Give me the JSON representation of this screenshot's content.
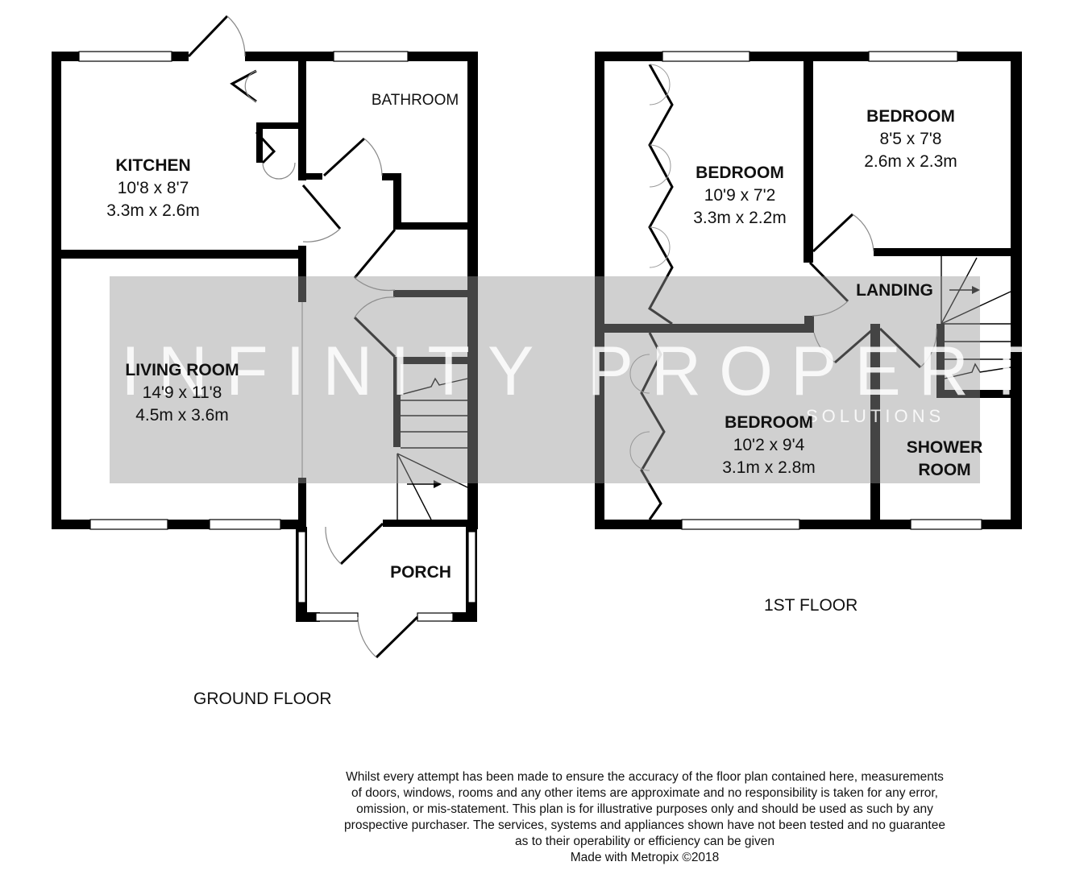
{
  "ground_floor": {
    "label": "GROUND FLOOR",
    "rooms": {
      "kitchen": {
        "name": "KITCHEN",
        "imperial": "10'8 x 8'7",
        "metric": "3.3m x 2.6m"
      },
      "bathroom": {
        "name": "BATHROOM"
      },
      "living": {
        "name": "LIVING ROOM",
        "imperial": "14'9 x 11'8",
        "metric": "4.5m x 3.6m"
      },
      "porch": {
        "name": "PORCH"
      }
    }
  },
  "first_floor": {
    "label": "1ST FLOOR",
    "rooms": {
      "bedroom_left": {
        "name": "BEDROOM",
        "imperial": "10'9 x 7'2",
        "metric": "3.3m x 2.2m"
      },
      "bedroom_right": {
        "name": "BEDROOM",
        "imperial": "8'5 x 7'8",
        "metric": "2.6m x 2.3m"
      },
      "landing": {
        "name": "LANDING"
      },
      "bedroom_front": {
        "name": "BEDROOM",
        "imperial": "10'2 x 9'4",
        "metric": "3.1m x 2.8m"
      },
      "shower": {
        "name_line1": "SHOWER",
        "name_line2": "ROOM"
      }
    }
  },
  "watermark": {
    "title": "INFINITY PROPERTY",
    "subtitle": "SOLUTIONS"
  },
  "disclaimer": {
    "lines": [
      "Whilst every attempt has been made to ensure the accuracy of the floor plan contained here, measurements",
      "of doors, windows, rooms and any other items are approximate and no responsibility is taken for any error,",
      "omission, or mis-statement. This plan is for illustrative purposes only and should be used as such by any",
      "prospective purchaser. The services, systems and appliances shown have not been tested and no guarantee",
      "as to their operability or efficiency can be given"
    ],
    "credit": "Made with Metropix ©2018"
  }
}
